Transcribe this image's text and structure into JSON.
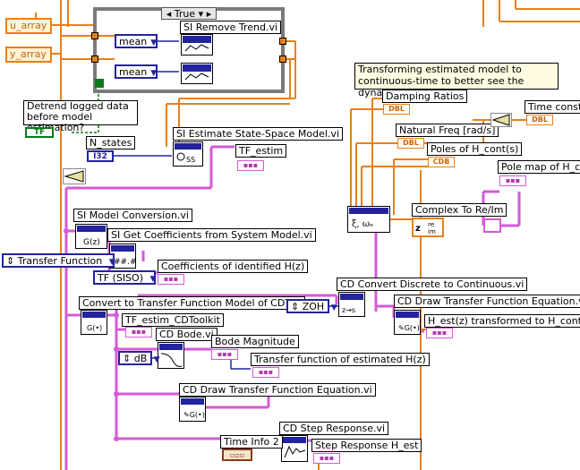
{
  "case_structure": {
    "selector": "True"
  },
  "controls": {
    "u_array": "u_array",
    "y_array": "y_array",
    "detrend_label": "Detrend logged data before model estimation?",
    "detrend_value": "TF",
    "n_states_label": "N_states",
    "n_states_type": "I32",
    "mean_1": "mean",
    "mean_2": "mean",
    "tf_type": "Transfer Function",
    "tf_siso": "TF (SISO)",
    "zoh": "ZOH",
    "db": "dB"
  },
  "vis": {
    "remove_trend": "SI Remove Trend.vi",
    "estimate_ss": "SI Estimate State-Space Model.vi",
    "model_conversion": "SI Model Conversion.vi",
    "get_coefficients": "SI Get Coefficients from System Model.vi",
    "convert_cdt": "Convert to Transfer Function Model of CDT.vi",
    "cd_bode": "CD Bode.vi",
    "cd_draw_tf_1": "CD Draw Transfer Function Equation.vi",
    "cd_draw_tf_2": "CD Draw Transfer Function Equation.vi",
    "cd_step": "CD Step Response.vi",
    "cd_d2c": "CD Convert Discrete to Continuous.vi",
    "complex_reim": "Complex To Re/Im",
    "time_info": "Time Info 2"
  },
  "indicators": {
    "tf_estim": "TF_estim",
    "coeffs": "Coefficients of identified H(z)",
    "tf_estim_cdt": "TF_estim_CDToolkit",
    "bode_mag": "Bode Magnitude",
    "tf_est_hz": "Transfer function of estimated H(z)",
    "step_resp": "Step Response H_est",
    "h_est_cont": "H_est(z) transformed to H_cont(s)",
    "damping": "Damping Ratios",
    "natural_freq": "Natural Freq [rad/s]",
    "poles_cont": "Poles of H_cont(s)",
    "pole_map": "Pole map of H_cont",
    "time_const": "Time constan"
  },
  "comment": "Transforming estimated model to continuous-time to better see the dynamic properties:",
  "type_tags": {
    "dbl": "DBL",
    "cdb": "CDB",
    "i32": "I32"
  },
  "colors": {
    "orange_wire": "#e8801a",
    "pink_wire": "#d65ad6",
    "blue_wire": "#2323a0",
    "green_wire": "#0a7a1a"
  }
}
